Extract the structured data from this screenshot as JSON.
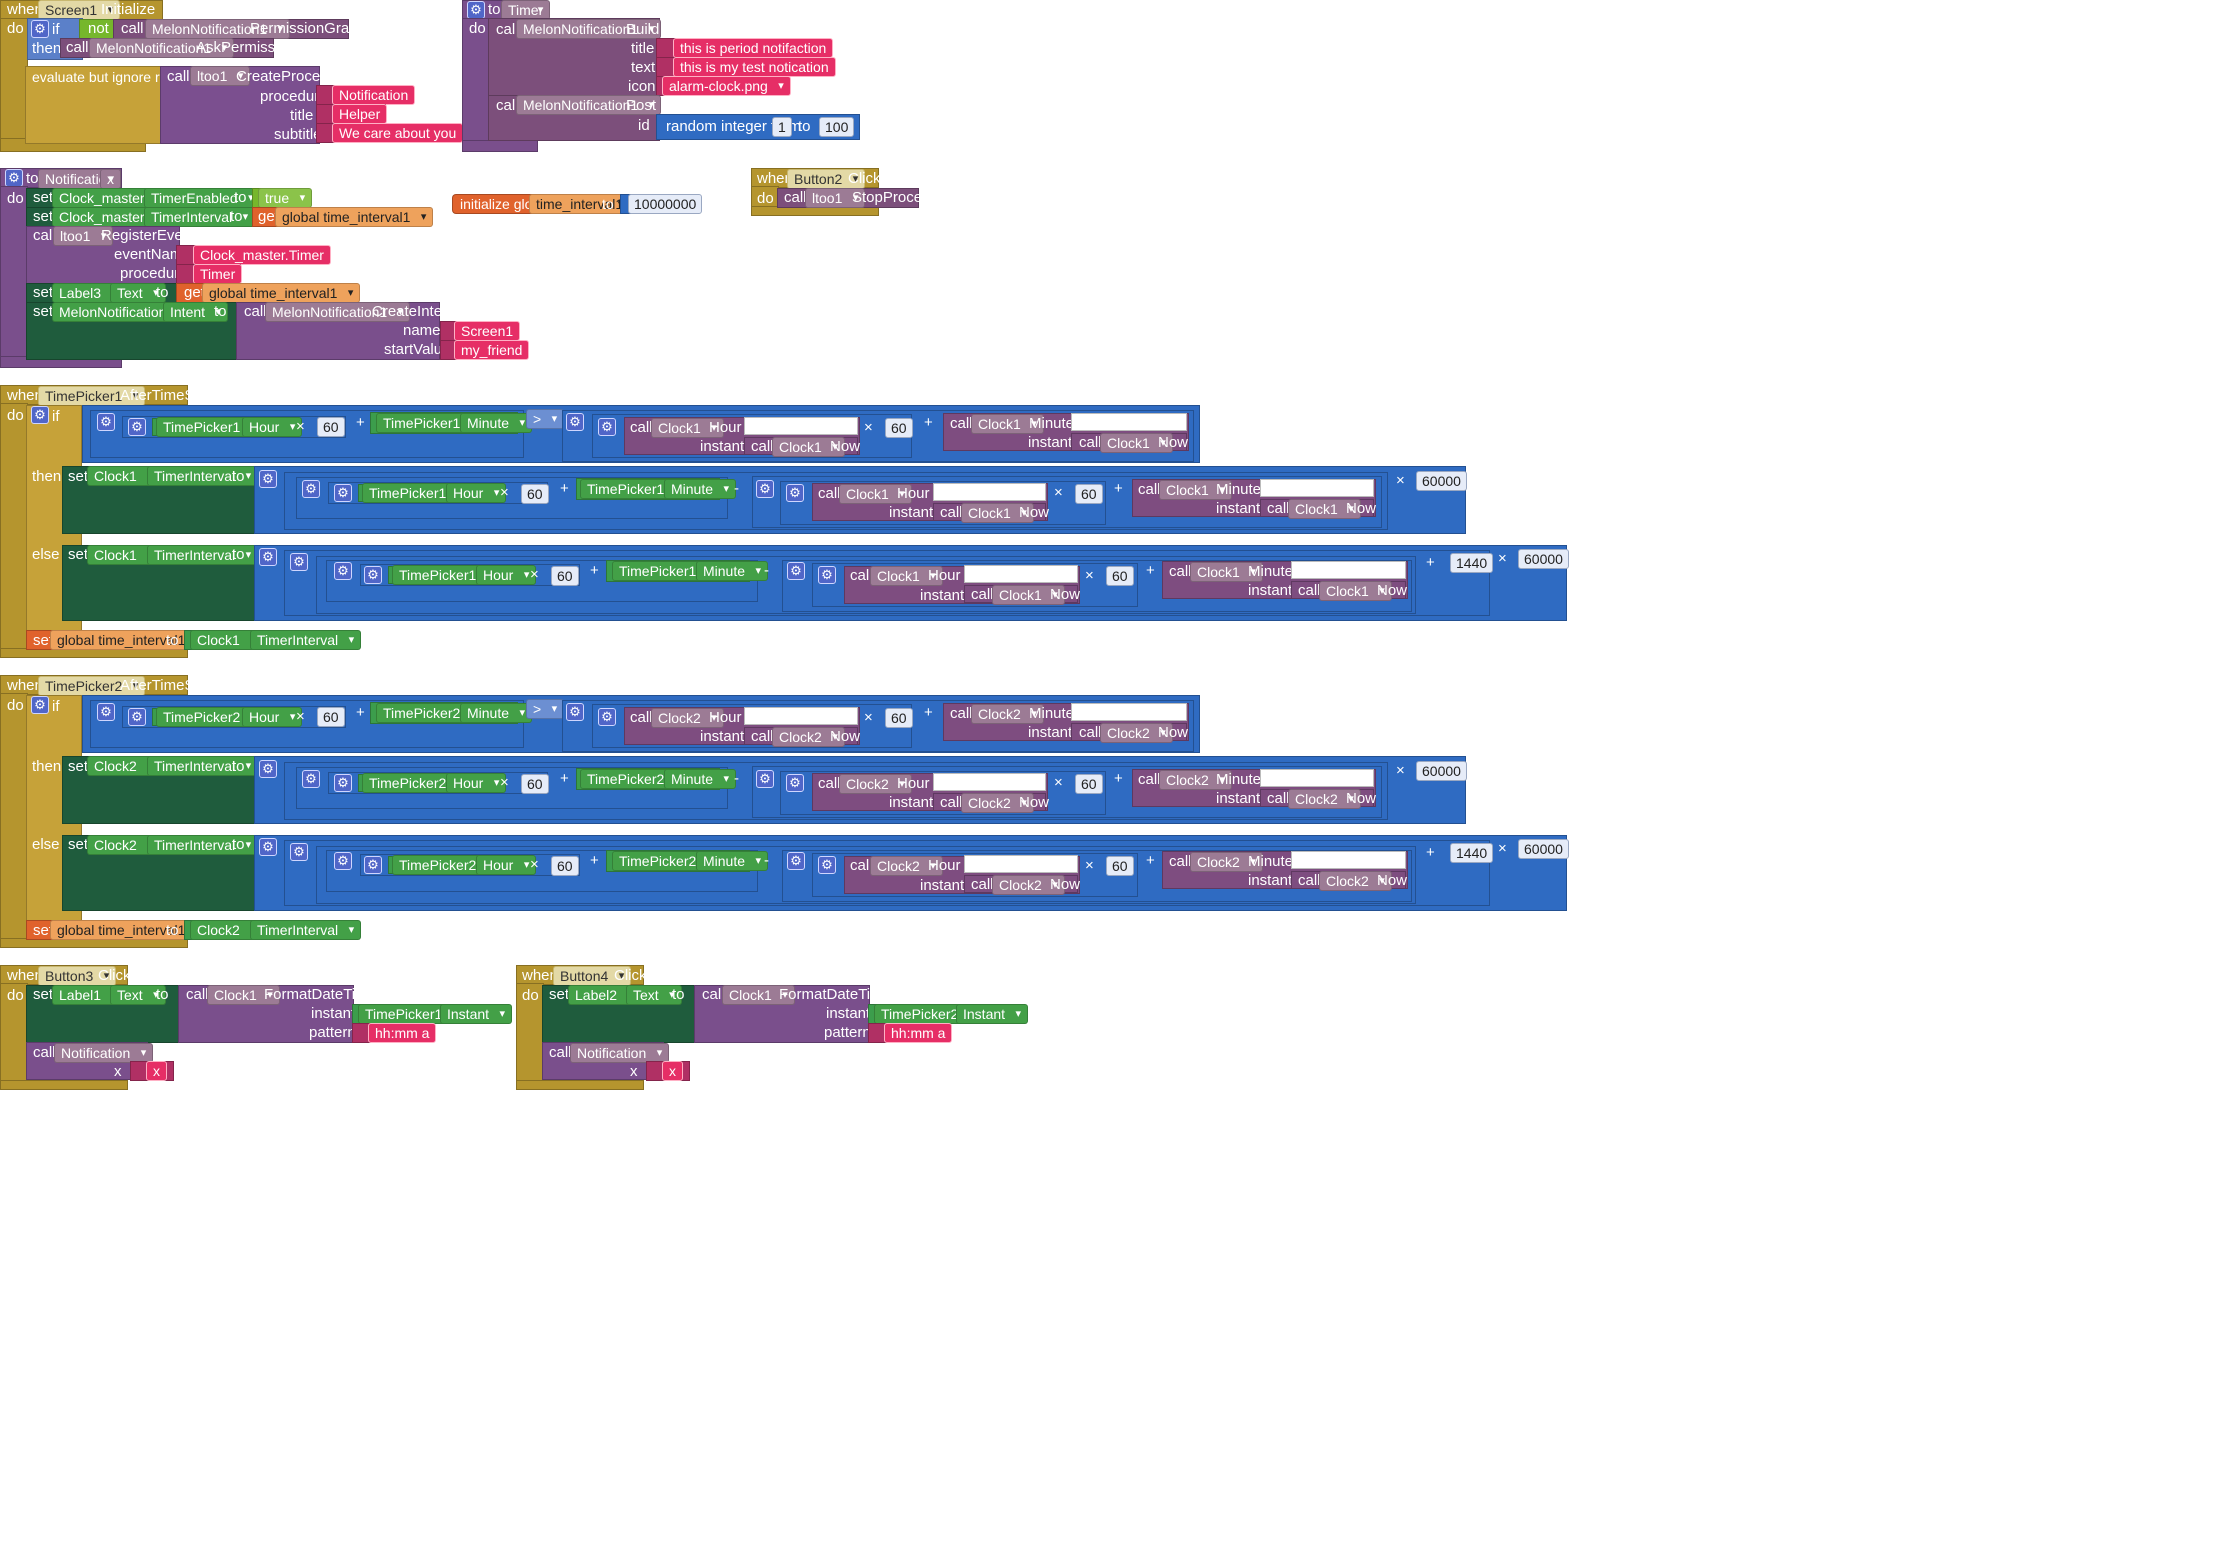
{
  "kw": {
    "when": "when",
    "do": "do",
    "if": "if",
    "then": "then",
    "else": "else",
    "to": "to",
    "set": "set",
    "call": "call",
    "not": "not",
    "get": "get",
    "init_global": "initialize global",
    "eval_ignore": "evaluate but ignore result",
    "random_from": "random integer from",
    "times": "×",
    "plus": "+",
    "minus": "-",
    "gt": ">",
    "x": "x",
    "set_global": "set"
  },
  "events": {
    "screen1": {
      "component": "Screen1",
      "event": "Initialize"
    },
    "button2": {
      "component": "Button2",
      "event": "Click"
    },
    "tp1": {
      "component": "TimePicker1",
      "event": "AfterTimeSet"
    },
    "tp2": {
      "component": "TimePicker2",
      "event": "AfterTimeSet"
    },
    "button3": {
      "component": "Button3",
      "event": "Click"
    },
    "button4": {
      "component": "Button4",
      "event": "Click"
    }
  },
  "screen1": {
    "melon": "MelonNotification1",
    "perm": "PermissionGranted",
    "ask": "AskPermission",
    "ltoo": "ltoo1",
    "create": "CreateProcess",
    "p_procedure": "procedure",
    "p_title": "title",
    "p_subtitle": "subtitle",
    "v_procedure": "Notification",
    "v_title": "Helper",
    "v_subtitle": "We care about you"
  },
  "timer": {
    "name": "Timer",
    "melon": "MelonNotification1",
    "build": "Build",
    "post": "Post",
    "p_title": "title",
    "p_text": "text",
    "p_icon": "icon",
    "p_id": "id",
    "v_title": "this is period notifaction",
    "v_text": "this is my test notication",
    "v_icon": "alarm-clock.png",
    "rand_from": "1",
    "rand_to": "100"
  },
  "global": {
    "name": "time_interval1",
    "value": "10000000",
    "ref": "global time_interval1"
  },
  "button2": {
    "ltoo": "ltoo1",
    "method": "StopProcess"
  },
  "notification": {
    "name": "Notification",
    "x": "x",
    "clock_master": "Clock_master",
    "timer_enabled": "TimerEnabled",
    "true": "true",
    "timer_interval": "TimerInterval",
    "ltoo": "ltoo1",
    "register": "RegisterEvent",
    "p_event": "eventName",
    "p_procedure": "procedure",
    "v_event": "Clock_master.Timer",
    "v_procedure": "Timer",
    "label3": "Label3",
    "text": "Text",
    "melon": "MelonNotification1",
    "intent": "Intent",
    "create_intent": "CreateIntent",
    "p_name": "name",
    "p_start": "startValue",
    "v_name": "Screen1",
    "v_start": "my_friend"
  },
  "tp": {
    "hour": "Hour",
    "minute": "Minute",
    "instant": "instant",
    "now": "Now",
    "timer_interval": "TimerInterval",
    "n60": "60",
    "n60000": "60000",
    "n1440": "1440"
  },
  "tp1": {
    "picker": "TimePicker1",
    "clock": "Clock1"
  },
  "tp2": {
    "picker": "TimePicker2",
    "clock": "Clock2"
  },
  "fmt": {
    "format": "FormatDateTime",
    "p_instant": "instant",
    "p_pattern": "pattern",
    "instant": "Instant",
    "text": "Text",
    "notification": "Notification",
    "pattern": "hh:mm a",
    "x": "x"
  },
  "b3": {
    "label": "Label1",
    "clock": "Clock1",
    "picker": "TimePicker1"
  },
  "b4": {
    "label": "Label2",
    "clock": "Clock1",
    "picker": "TimePicker2"
  }
}
